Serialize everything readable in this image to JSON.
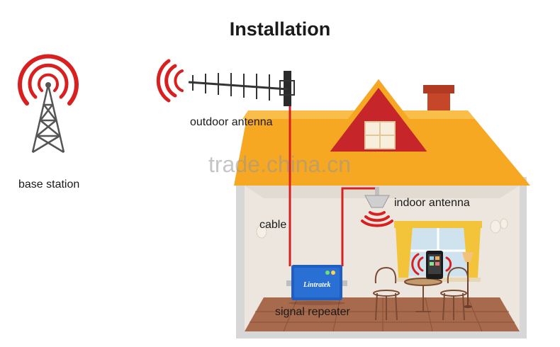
{
  "title": "Installation",
  "labels": {
    "base_station": "base station",
    "outdoor_antenna": "outdoor antenna",
    "indoor_antenna": "indoor antenna",
    "cable": "cable",
    "signal_repeater": "signal repeater"
  },
  "watermark": "trade.china.cn",
  "repeater_brand": "Lintratek",
  "colors": {
    "signal_red": "#d92020",
    "roof_orange": "#f7a823",
    "gable_red": "#c6252a",
    "repeater_blue": "#1f5fbf",
    "wall_interior": "#ece6de",
    "floor": "#a86a4d",
    "curtain_yellow": "#f3c43a",
    "tower_grey": "#555555"
  }
}
